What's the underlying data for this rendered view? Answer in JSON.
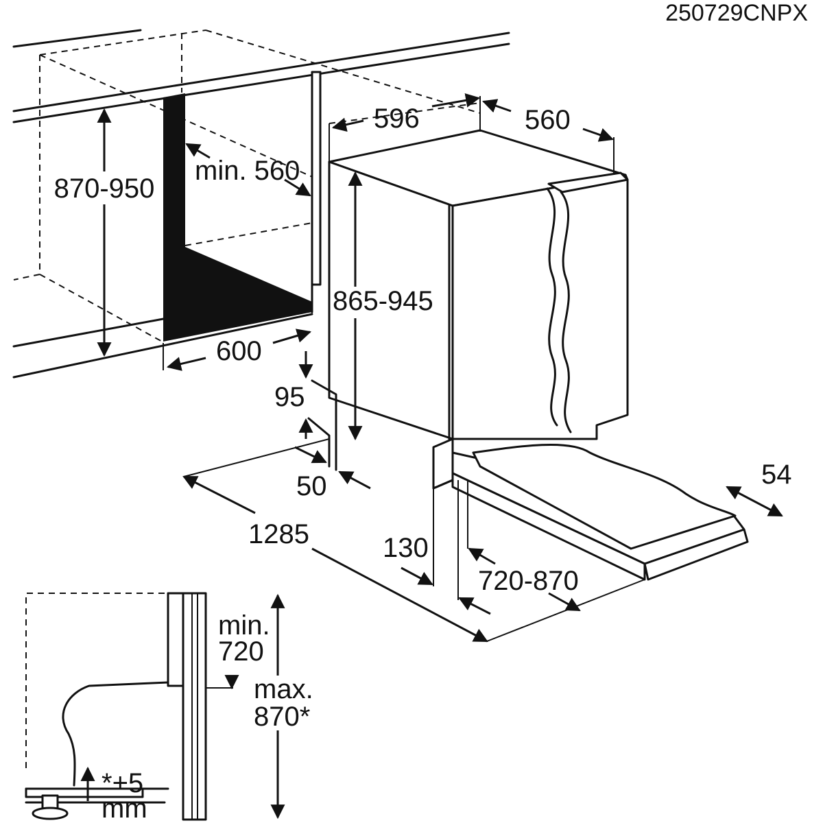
{
  "drawing_code": "250729CNPX",
  "dimensions": {
    "niche_height": "870-950",
    "niche_depth_min": "min. 560",
    "niche_width": "600",
    "appliance_width": "596",
    "appliance_depth": "560",
    "appliance_height": "865-945",
    "plinth_height": "95",
    "plinth_depth": "50",
    "total_depth_door_open": "1285",
    "door_clearance": "130",
    "door_height_range": "720-870",
    "door_thickness": "54"
  },
  "detail": {
    "door_min_line1": "min.",
    "door_min_line2": "720",
    "door_max_line1": "max.",
    "door_max_line2": "870*",
    "footnote_line1": "*+5",
    "footnote_line2": "mm"
  }
}
